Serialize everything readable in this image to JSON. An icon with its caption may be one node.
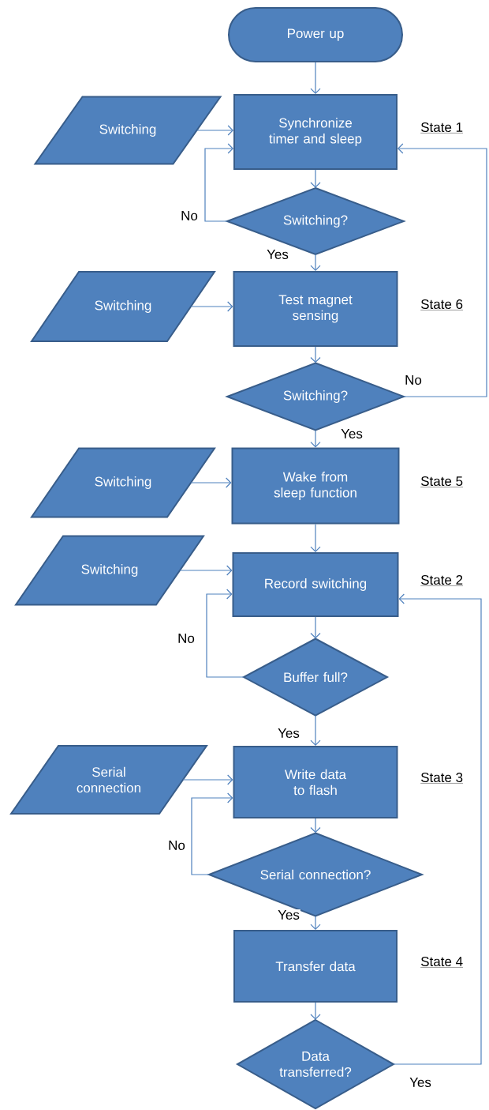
{
  "diagram": {
    "nodes": [
      {
        "text": [
          "Power up"
        ]
      },
      {
        "text": [
          "Switching"
        ]
      },
      {
        "text": [
          "Synchronize timer and sleep"
        ],
        "beside": [
          "State 1"
        ]
      },
      {
        "text": [
          "Switching?"
        ]
      },
      {
        "text": [
          "Switching"
        ]
      },
      {
        "text": [
          "Test magnet sensing"
        ],
        "beside": [
          "State 6"
        ]
      },
      {
        "text": [
          "Switching?"
        ]
      },
      {
        "text": [
          "Switching"
        ]
      },
      {
        "text": [
          "Wake from sleep function"
        ],
        "beside": [
          "State 5"
        ]
      },
      {
        "text": [
          "Switching"
        ]
      },
      {
        "text": [
          "Record switching"
        ],
        "beside": [
          "State 2"
        ]
      },
      {
        "text": [
          "Buffer full?"
        ]
      },
      {
        "text": [
          "Serial connection"
        ]
      },
      {
        "text": [
          "Write data to flash"
        ],
        "beside": [
          "State 3"
        ]
      },
      {
        "text": [
          "Serial connection?"
        ]
      },
      {
        "text": [
          "Transfer data"
        ],
        "beside": [
          "State 4"
        ]
      },
      {
        "text": [
          "Data transferred?"
        ]
      }
    ],
    "edges": [
      {
        "from": 0,
        "to": 2,
        "arrow": "to"
      },
      {
        "from": 1,
        "to": 2,
        "arrow": "to"
      },
      {
        "from": 2,
        "to": 3,
        "arrow": "to"
      },
      {
        "from": 3,
        "to": 2,
        "arrow": "to",
        "label": "No"
      },
      {
        "from": 3,
        "to": 5,
        "arrow": "to",
        "label": "Yes"
      },
      {
        "from": 4,
        "to": 5,
        "arrow": "to"
      },
      {
        "from": 5,
        "to": 6,
        "arrow": "to"
      },
      {
        "from": 6,
        "to": 2,
        "arrow": "to",
        "label": "No"
      },
      {
        "from": 6,
        "to": 8,
        "arrow": "to",
        "label": "Yes"
      },
      {
        "from": 7,
        "to": 8,
        "arrow": "to"
      },
      {
        "from": 8,
        "to": 10,
        "arrow": "to"
      },
      {
        "from": 9,
        "to": 10,
        "arrow": "to"
      },
      {
        "from": 10,
        "to": 11,
        "arrow": "to"
      },
      {
        "from": 11,
        "to": 10,
        "arrow": "to",
        "label": "No"
      },
      {
        "from": 11,
        "to": 13,
        "arrow": "to",
        "label": "Yes"
      },
      {
        "from": 12,
        "to": 13,
        "arrow": "to"
      },
      {
        "from": 13,
        "to": 14,
        "arrow": "to"
      },
      {
        "from": 14,
        "to": 13,
        "arrow": "to",
        "label": "No"
      },
      {
        "from": 14,
        "to": 15,
        "arrow": "to",
        "label": "Yes"
      },
      {
        "from": 15,
        "to": 16,
        "arrow": "to"
      },
      {
        "from": 16,
        "to": 10,
        "arrow": "to",
        "label": "Yes"
      }
    ]
  }
}
